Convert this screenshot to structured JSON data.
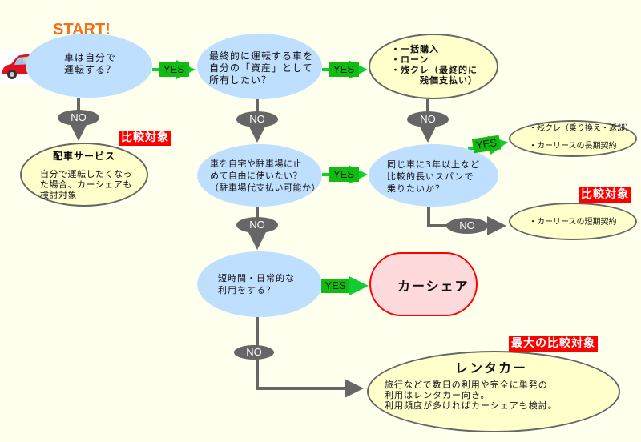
{
  "start_label": "START!",
  "colors": {
    "question": "#bfdfff",
    "answer": "#ffffcc",
    "carshare": "#ffdadd",
    "yes": "#11bb11",
    "no": "#666666",
    "tag": "#ff0000",
    "start": "#f07020"
  },
  "yes_label": "YES",
  "no_label": "NO",
  "questions": [
    {
      "text": "車は自分で\n運転する？"
    },
    {
      "text": "最終的に運転する車を\n自分の「資産」として\n所有したい？"
    },
    {
      "text": "車を自宅や駐車場に止\nめて自由に使いたい？\n（駐車場代支払い可能か）"
    },
    {
      "text": "同じ車に3年以上など\n比較的長いスパンで\n乗りたいか？"
    },
    {
      "text": "短時間・日常的な\n利用をする？"
    }
  ],
  "answers": {
    "taxi": {
      "title": "配車サービス",
      "text": "自分で運転したくなっ\nた場合、カーシェアも\n検討対象",
      "tag": "比較対象"
    },
    "purchase": {
      "text": "・一括購入\n・ローン\n・残クレ（最終的に\n　　　残価支払い）"
    },
    "long_lease": {
      "text": "・残クレ（乗り換え・返却）\n\n・カーリースの長期契約"
    },
    "short_lease": {
      "text": "・カーリースの短期契約",
      "tag": "比較対象"
    },
    "carshare": {
      "title": "カーシェア"
    },
    "rental": {
      "title": "レンタカー",
      "text": "旅行などで数日の利用や完全に単発の\n利用はレンタカー向き。\n利用頻度が多ければカーシェアも検討。",
      "tag": "最大の比較対象"
    }
  },
  "icons": {
    "car": "red-car-with-driver"
  }
}
